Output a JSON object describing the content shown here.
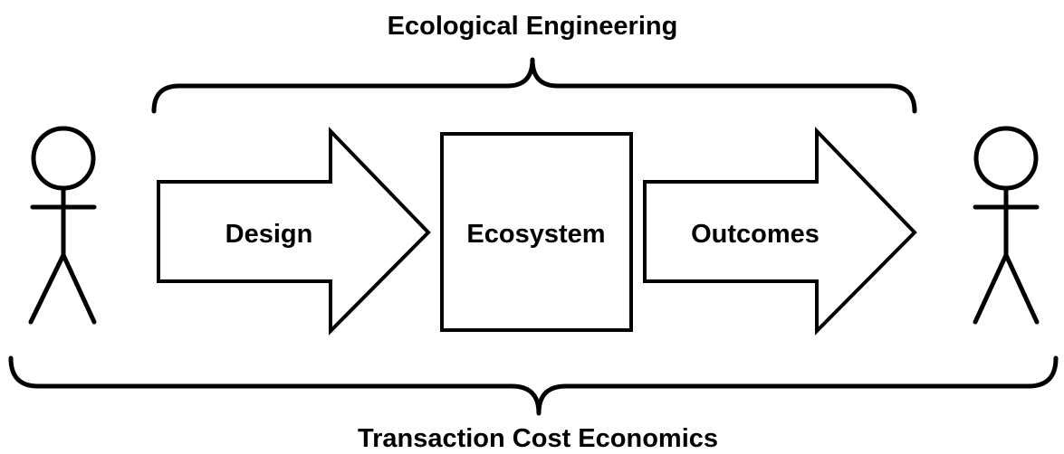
{
  "diagram": {
    "top_label": "Ecological Engineering",
    "bottom_label": "Transaction Cost Economics",
    "design_label": "Design",
    "ecosystem_label": "Ecosystem",
    "outcomes_label": "Outcomes",
    "left_actor_icon": "stick-figure-icon",
    "right_actor_icon": "stick-figure-icon"
  }
}
